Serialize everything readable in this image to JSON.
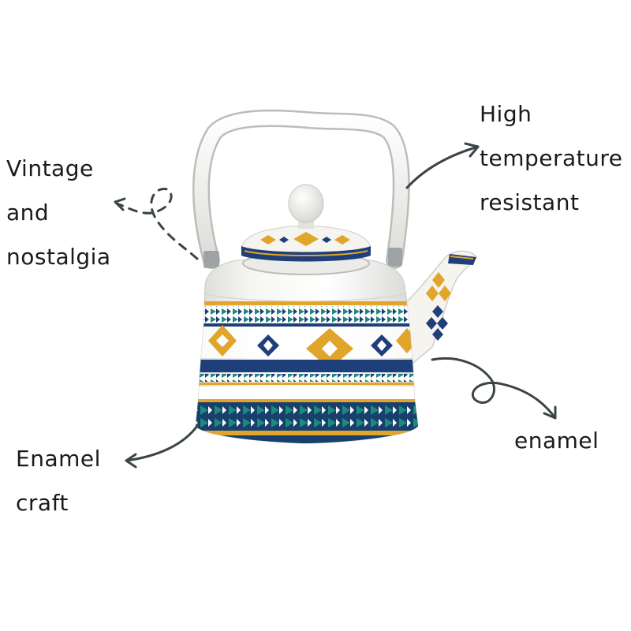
{
  "annotations": {
    "vintage": {
      "lines": [
        "Vintage",
        "and",
        "nostalgia"
      ]
    },
    "high_temp": {
      "lines": [
        "High",
        "temperature",
        "resistant"
      ]
    },
    "enamel_craft": {
      "lines": [
        "Enamel",
        "craft"
      ]
    },
    "enamel": {
      "lines": [
        "enamel"
      ]
    }
  },
  "colors": {
    "navy": "#1f3f7a",
    "teal": "#1e8a7c",
    "gold": "#e0a52a",
    "enamel_white": "#f6f4ee",
    "arrow": "#3b4446"
  }
}
